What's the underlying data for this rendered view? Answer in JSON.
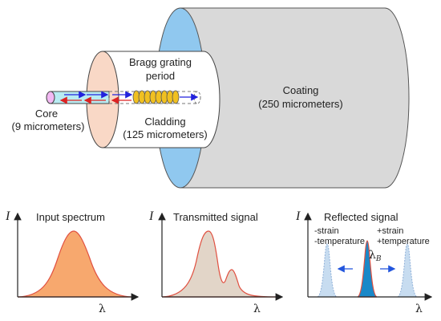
{
  "diagram": {
    "labels": {
      "bragg_line1": "Bragg grating",
      "bragg_line2": "period",
      "coating_line1": "Coating",
      "coating_line2": "(250 micrometers)",
      "core_line1": "Core",
      "core_line2": "(9 micrometers)",
      "cladding_line1": "Cladding",
      "cladding_line2": "(125 micrometers)"
    },
    "colors": {
      "core": "#b8ecf2",
      "core_end": "#f2b8f2",
      "cladding_face": "#f9d8c6",
      "coating_face": "#90c8ef",
      "coating_body": "#d9d9d9",
      "grating": "#f0c020",
      "forward_arrow": "#2222dd",
      "reflected_arrow": "#dd2222",
      "spectrum_line": "#e05040"
    }
  },
  "panels": [
    {
      "title": "Input spectrum",
      "y_axis": "I",
      "x_axis": "λ",
      "fill": "#f7a86e"
    },
    {
      "title": "Transmitted signal",
      "y_axis": "I",
      "x_axis": "λ",
      "fill": "#e2d5c8"
    },
    {
      "title": "Reflected signal",
      "y_axis": "I",
      "x_axis": "λ",
      "left_note_1": "-strain",
      "left_note_2": "-temperature",
      "right_note_1": "+strain",
      "right_note_2": "+temperature",
      "peak_label": "λ",
      "peak_sub": "B",
      "peak_fill": "#1a88c8",
      "shift_fill": "#c7dcf0",
      "shift_arrow": "#2255dd"
    }
  ]
}
